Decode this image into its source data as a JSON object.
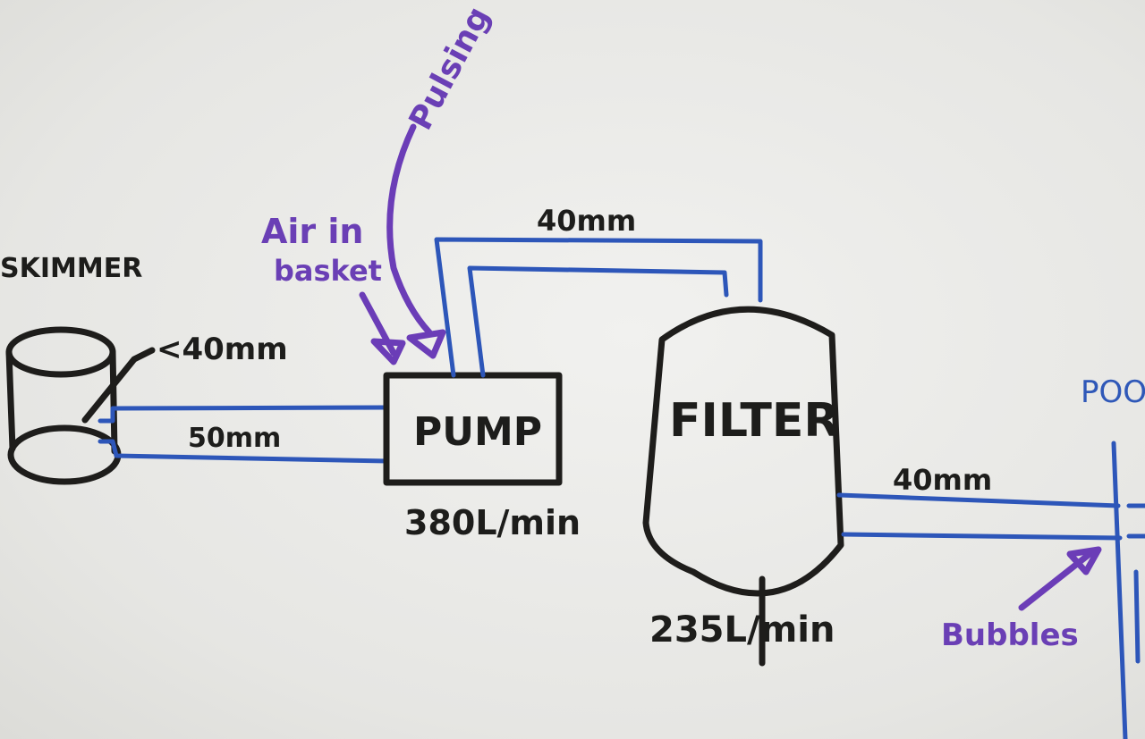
{
  "diagram": {
    "components": {
      "skimmer": "SKIMMER",
      "pump": "PUMP",
      "filter": "FILTER",
      "pool": "POO"
    },
    "pipes": {
      "skimmer_side_small": "<40mm",
      "skimmer_to_pump": "50mm",
      "pump_to_filter": "40mm",
      "filter_to_pool": "40mm"
    },
    "flow_rates": {
      "pump": "380L/min",
      "filter": "235L/min"
    },
    "annotations": {
      "pulsing": "Pulsing",
      "air_line1": "Air in",
      "air_line2": "basket",
      "bubbles": "Bubbles"
    },
    "colors": {
      "black_ink": "#1e1d1b",
      "blue_ink": "#2d56b9",
      "purple_ink": "#6b3db7"
    }
  }
}
